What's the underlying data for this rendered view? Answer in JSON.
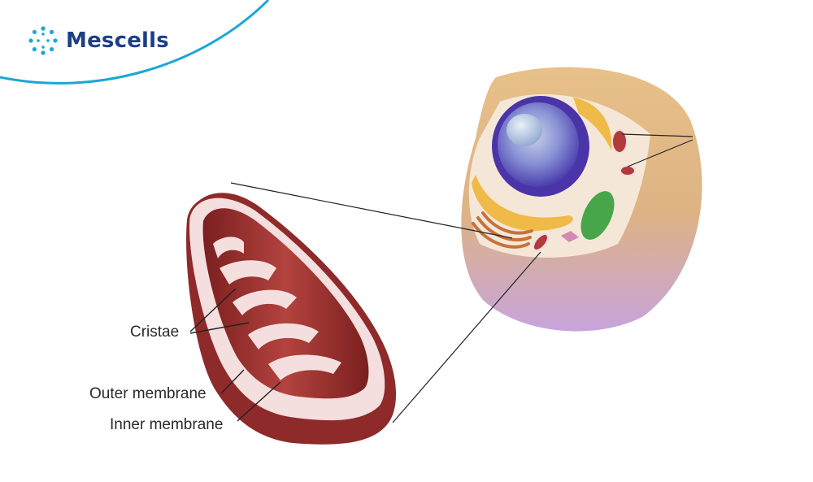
{
  "brand": {
    "name": "Mescells",
    "icon": "mescells-logo-icon"
  },
  "colors": {
    "brand_blue": "#1d3f86",
    "accent_cyan": "#1aa7d6",
    "mito_outer": "#8e2a2a",
    "mito_inner": "#f4dede",
    "cell_outer": "#e3b98a",
    "cell_lower": "#c9a3dc"
  },
  "labels": {
    "cristae": "Cristae",
    "outer_membrane": "Outer membrane",
    "inner_membrane": "Inner membrane"
  }
}
